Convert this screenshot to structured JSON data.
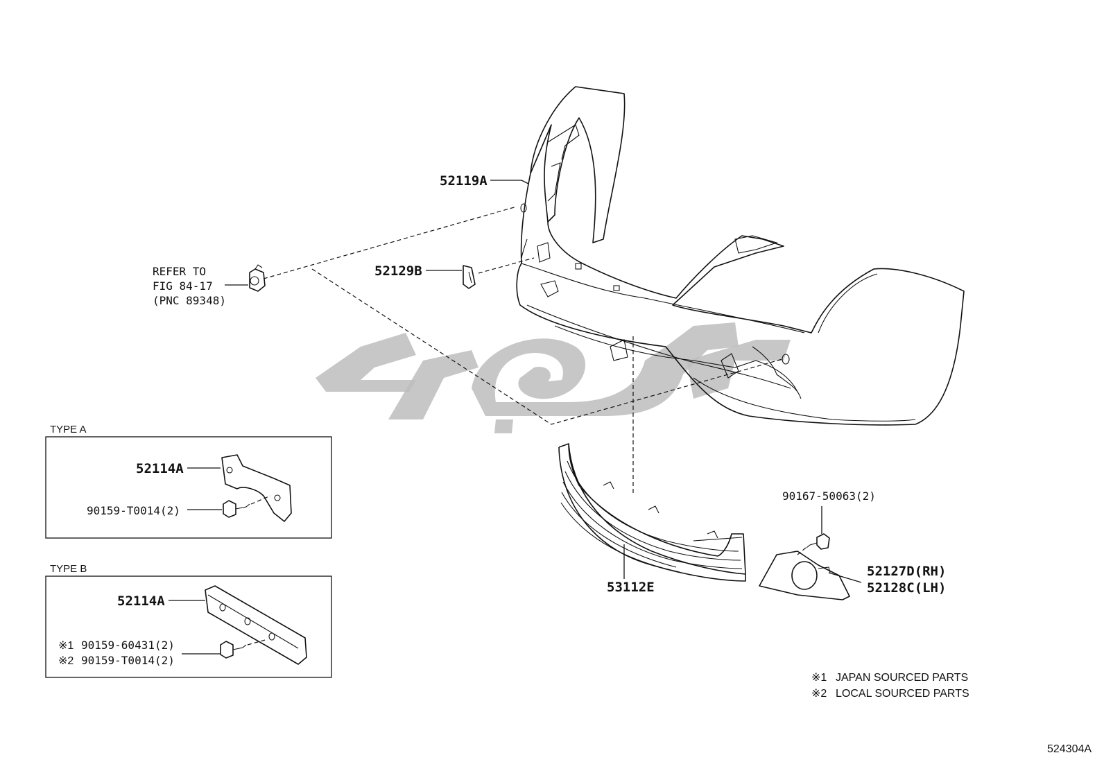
{
  "labels": {
    "bumper_cover": "52119A",
    "refer_line1": "REFER TO",
    "refer_line2": "FIG 84-17",
    "refer_line3": "(PNC 89348)",
    "cap": "52129B",
    "grille": "53112E",
    "screw_fog": "90167-50063(2)",
    "fog_cover_rh": "52127D(RH)",
    "fog_cover_lh": "52128C(LH)"
  },
  "type_a": {
    "title": "TYPE A",
    "bracket": "52114A",
    "screw": "90159-T0014(2)"
  },
  "type_b": {
    "title": "TYPE B",
    "bracket": "52114A",
    "screw1_mark": "※1",
    "screw1": "90159-60431(2)",
    "screw2_mark": "※2",
    "screw2": "90159-T0014(2)"
  },
  "notes": [
    {
      "mark": "※1",
      "text": "JAPAN SOURCED PARTS"
    },
    {
      "mark": "※2",
      "text": "LOCAL SOURCED PARTS"
    }
  ],
  "figure_id": "524304A",
  "colors": {
    "line": "#111111",
    "watermark": "#bdbdbd"
  }
}
